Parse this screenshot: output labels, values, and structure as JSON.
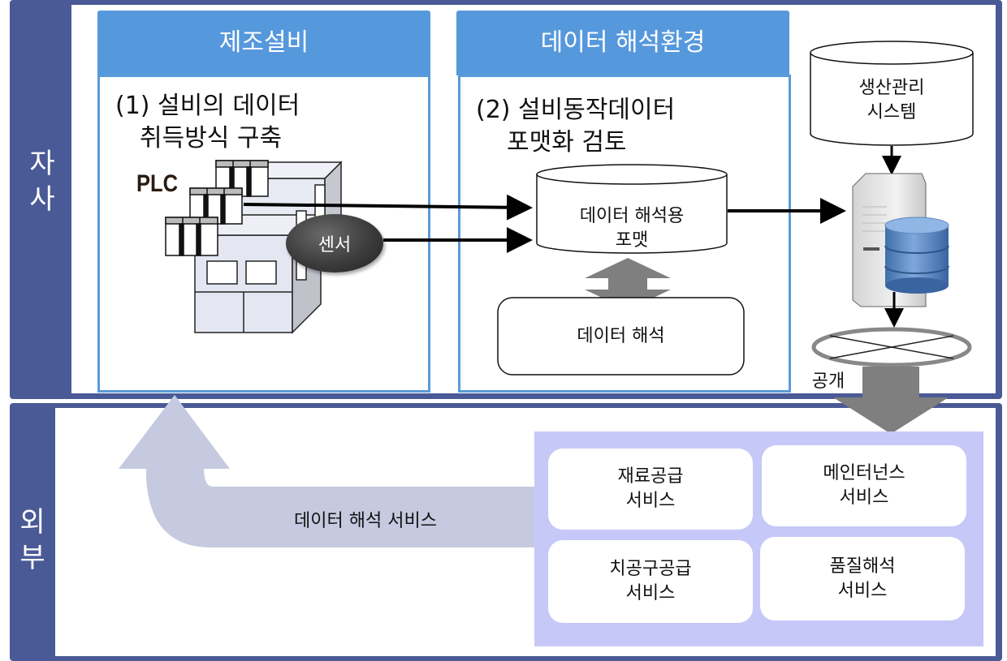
{
  "sections": {
    "internal": {
      "label": "자\n사"
    },
    "external": {
      "label": "외\n부"
    }
  },
  "columns": {
    "equipment": {
      "header": "제조설비",
      "title_line1": "(1) 설비의 데이터",
      "title_line2": "취득방식 구축",
      "plc_label": "PLC",
      "sensor_label": "센서"
    },
    "analysis_env": {
      "header": "데이터 해석환경",
      "title_line1": "(2) 설비동작데이터",
      "title_line2": "포맷화 검토",
      "format_db_line1": "데이터 해석용",
      "format_db_line2": "포맷",
      "analysis_box": "데이터 해석"
    }
  },
  "production": {
    "db_line1": "생산관리",
    "db_line2": "시스템",
    "publish_label": "공개"
  },
  "external_flow": {
    "arrow_label": "데이터 해석 서비스"
  },
  "services": [
    {
      "line1": "재료공급",
      "line2": "서비스"
    },
    {
      "line1": "메인터넌스",
      "line2": "서비스"
    },
    {
      "line1": "치공구공급",
      "line2": "서비스"
    },
    {
      "line1": "품질해석",
      "line2": "서비스"
    }
  ],
  "colors": {
    "section_frame": "#4a5a96",
    "header_blue": "#5698dc",
    "panel_border": "#5a9ad8",
    "service_bg": "#c6c8f8",
    "return_arrow": "#c5cae0",
    "gray_arrow": "#7f7f7f"
  }
}
